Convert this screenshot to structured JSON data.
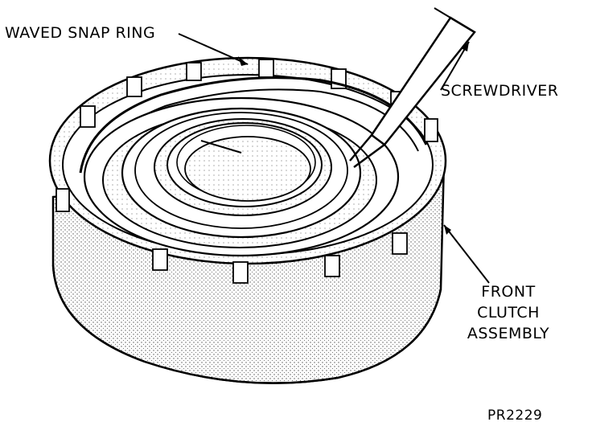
{
  "labels": {
    "waved_snap_ring": "WAVED SNAP RING",
    "screwdriver": "SCREWDRIVER",
    "front_clutch_line1": "FRONT",
    "front_clutch_line2": "CLUTCH",
    "front_clutch_line3": "ASSEMBLY",
    "figure_code": "PR2229"
  },
  "colors": {
    "ink": "#000000",
    "paper": "#ffffff",
    "shade": "#cfcfcf",
    "shade_dark": "#b5b5b5"
  }
}
